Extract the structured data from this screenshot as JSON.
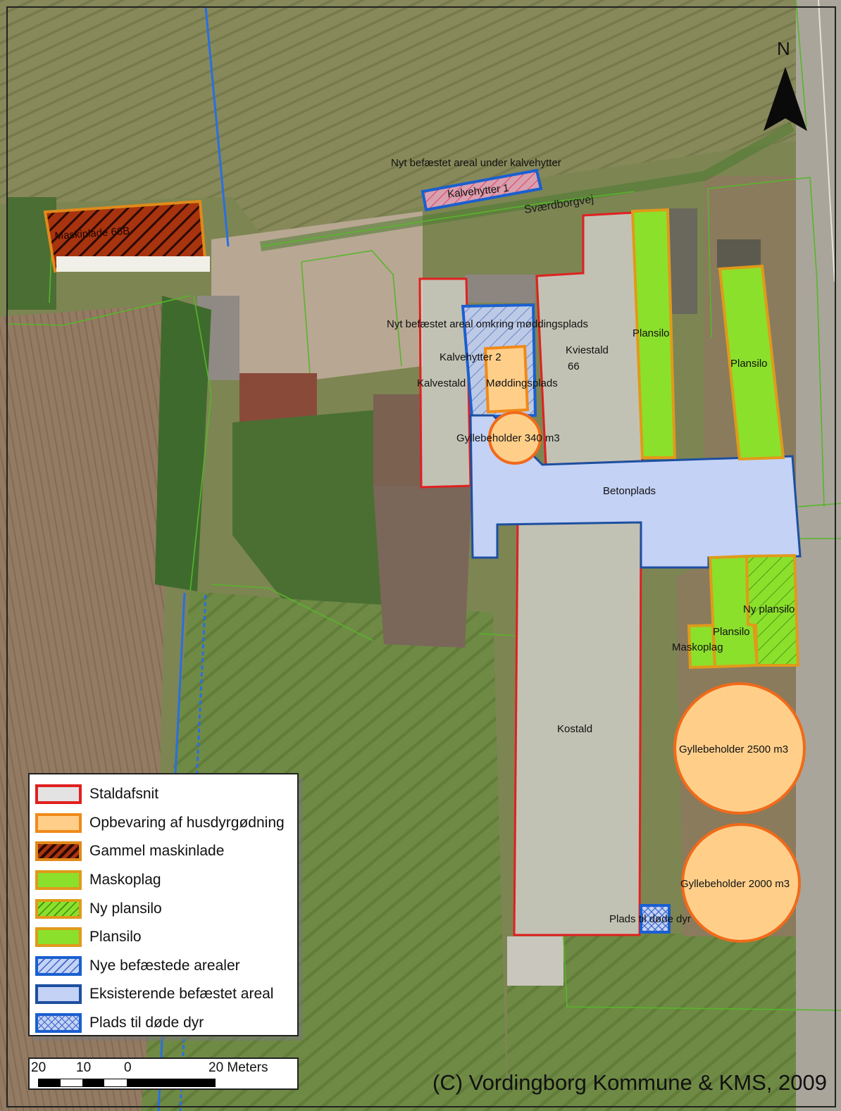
{
  "map": {
    "north_label": "N",
    "labels": {
      "nyt_kalvehytter": "Nyt befæstet areal under kalvehytter",
      "kalvehytter_1": "Kalvehytter 1",
      "road": "Sværdborgvej",
      "maskinlade": "Maskinlade 66B",
      "nyt_moeddingsplads": "Nyt befæstet areal omkring møddingsplads",
      "kalvehytter_2": "Kalvehytter 2",
      "kalvestald": "Kalvestald",
      "moeddingsplads": "Møddingsplads",
      "gylle_340": "Gyllebeholder 340 m3",
      "kviestald": "Kviestald",
      "kviestald_num": "66",
      "plansilo_1": "Plansilo",
      "plansilo_2": "Plansilo",
      "betonplads": "Betonplads",
      "ny_plansilo": "Ny plansilo",
      "plansilo_3": "Plansilo",
      "maskoplag": "Maskoplag",
      "kostald": "Kostald",
      "gylle_2500": "Gyllebeholder 2500 m3",
      "gylle_2000": "Gyllebeholder 2000 m3",
      "doede_dyr": "Plads til døde dyr"
    }
  },
  "legend": {
    "items": [
      {
        "label": "Staldafsnit",
        "fill": "#e3e3e3",
        "border": "#e02020",
        "pattern": "none"
      },
      {
        "label": "Opbevaring af husdyrgødning",
        "fill": "#ffcf8a",
        "border": "#f08a1a",
        "pattern": "none"
      },
      {
        "label": "Gammel maskinlade",
        "fill": "#a8330f",
        "border": "#e08a1a",
        "pattern": "hatch-dark"
      },
      {
        "label": "Maskoplag",
        "fill": "#8be02c",
        "border": "#e09a1a",
        "pattern": "none"
      },
      {
        "label": "Ny plansilo",
        "fill": "#8be02c",
        "border": "#e09a1a",
        "pattern": "hatch-green"
      },
      {
        "label": "Plansilo",
        "fill": "#8be02c",
        "border": "#e09a1a",
        "pattern": "none"
      },
      {
        "label": "Nye befæstede arealer",
        "fill": "#c4d2f6",
        "border": "#1a5fd0",
        "pattern": "hatch-blue"
      },
      {
        "label": "Eksisterende befæstet areal",
        "fill": "#c4d2f6",
        "border": "#1d4fa0",
        "pattern": "none"
      },
      {
        "label": "Plads til døde dyr",
        "fill": "#c4d2f6",
        "border": "#1a5fd0",
        "pattern": "cross-blue"
      }
    ]
  },
  "scalebar": {
    "ticks": [
      "20",
      "10",
      "0",
      "20 Meters"
    ]
  },
  "copyright": "(C) Vordingborg Kommune & KMS, 2009"
}
